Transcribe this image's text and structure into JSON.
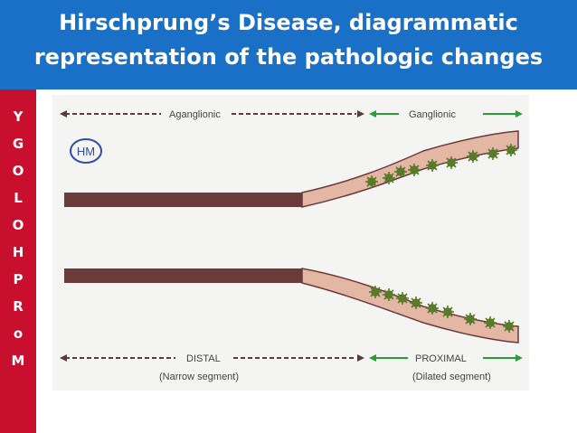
{
  "title": {
    "line1": "Hirschprung’s Disease, diagrammatic",
    "line2": "representation of the pathologic changes"
  },
  "sidebar": {
    "letters": [
      "M",
      "o",
      "R",
      "P",
      "H",
      "O",
      "L",
      "O",
      "G",
      "Y"
    ]
  },
  "diagram": {
    "logo": "HM",
    "top_left_label": "Aganglionic",
    "top_right_label": "Ganglionic",
    "bottom_left_label": "DISTAL",
    "bottom_left_sublabel": "(Narrow segment)",
    "bottom_right_label": "PROXIMAL",
    "bottom_right_sublabel": "(Dilated segment)",
    "colors": {
      "header": "#1a6fc6",
      "sidebar": "#c8102e",
      "narrow_wall": "#6b3a3a",
      "dilated_wall": "#e3b7a4",
      "ganglion": "#5a7a2a",
      "green_arrow": "#2a9d3a",
      "dark_arrow": "#5a3a3a"
    }
  }
}
